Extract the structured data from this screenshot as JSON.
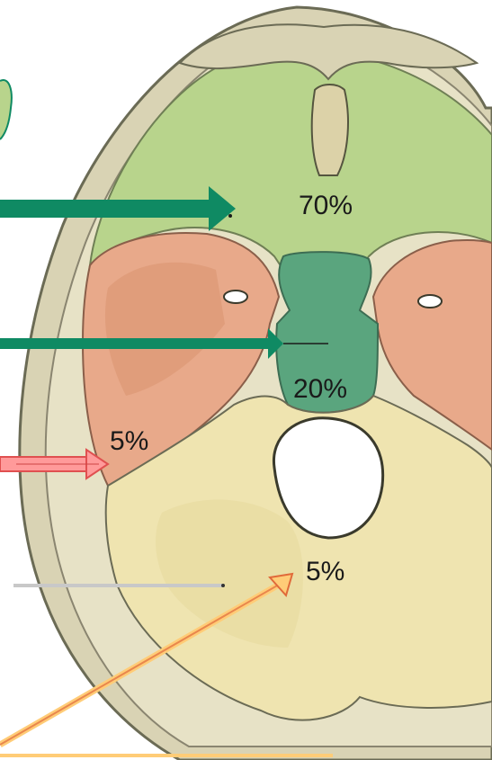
{
  "labels": {
    "anterior_fossa": "70%",
    "middle_central": "20%",
    "middle_lateral": "5%",
    "posterior_fossa": "5%"
  },
  "colors": {
    "anterior": "#b8d48c",
    "middle_lateral": "#e8a98a",
    "central": "#5aa57e",
    "posterior": "#efe4b0",
    "bone_outer": "#d9d3b4",
    "arrow_green": "#0f8a63",
    "arrow_red": "#ff7a7a",
    "arrow_orange": "#ffb347",
    "line_grey": "#c8c8c8"
  },
  "icons": [
    "arrow-green",
    "arrow-red",
    "arrow-orange"
  ]
}
